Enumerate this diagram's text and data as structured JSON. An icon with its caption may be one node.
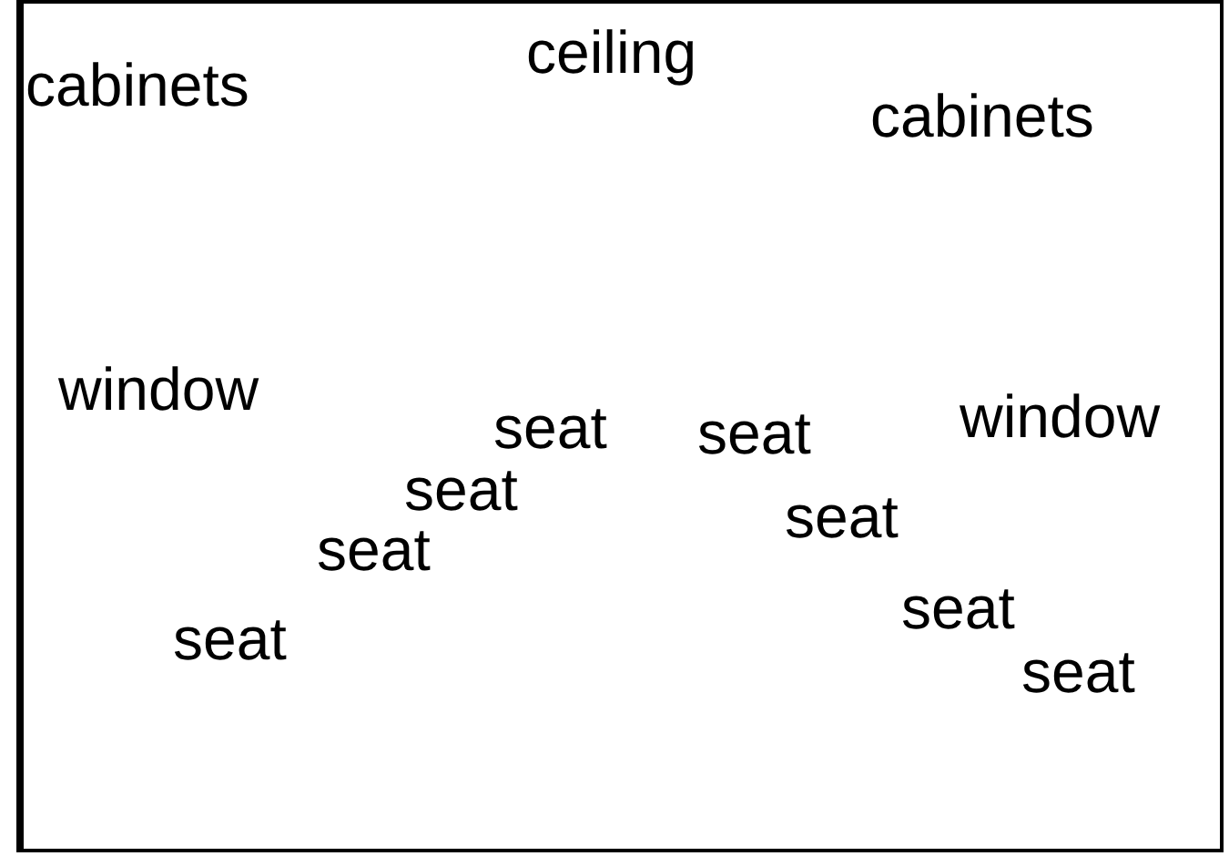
{
  "diagram": {
    "labels": [
      "ceiling",
      "cabinets",
      "cabinets",
      "window",
      "window",
      "seat",
      "seat",
      "seat",
      "seat",
      "seat",
      "seat",
      "seat",
      "seat"
    ]
  }
}
